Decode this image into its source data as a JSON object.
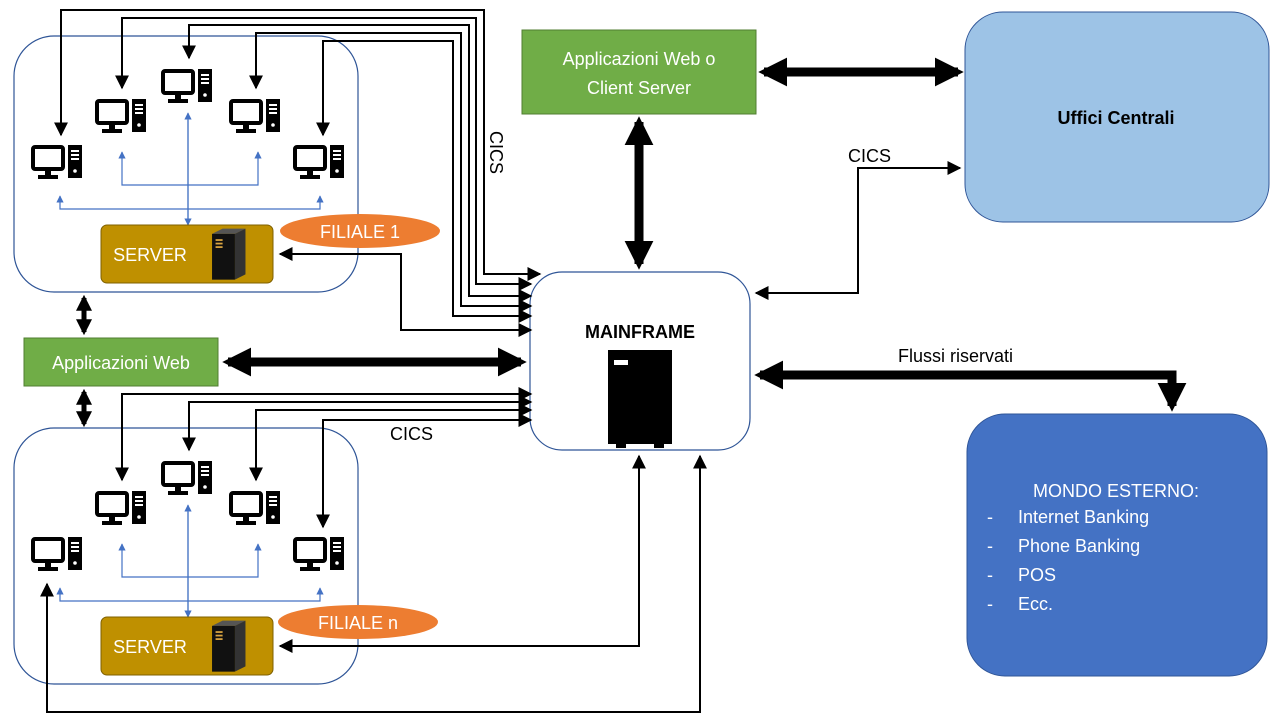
{
  "nodes": {
    "branch1_server": "SERVER",
    "branch1_tag": "FILIALE 1",
    "branchn_server": "SERVER",
    "branchn_tag": "FILIALE n",
    "web_app": "Applicazioni Web",
    "web_client_app_line1": "Applicazioni Web o",
    "web_client_app_line2": "Client Server",
    "central_offices": "Uffici Centrali",
    "mainframe": "MAINFRAME",
    "external_title": "MONDO ESTERNO:",
    "external_items": [
      {
        "bullet": "-",
        "text": "Internet Banking"
      },
      {
        "bullet": "-",
        "text": "Phone Banking"
      },
      {
        "bullet": "-",
        "text": "POS"
      },
      {
        "bullet": "-",
        "text": "Ecc."
      }
    ]
  },
  "edge_labels": {
    "cics_top_vertical": "CICS",
    "cics_central": "CICS",
    "cics_bottom": "CICS",
    "reserved_flows": "Flussi riservati"
  },
  "colors": {
    "branch_border": "#2f5597",
    "thin_arrow_blue": "#4472c4",
    "server_fill": "#bf9000",
    "tag_fill": "#ed7d31",
    "green_fill": "#70ad47",
    "central_fill": "#9dc3e6",
    "external_fill": "#4472c4",
    "connector": "#000000"
  }
}
